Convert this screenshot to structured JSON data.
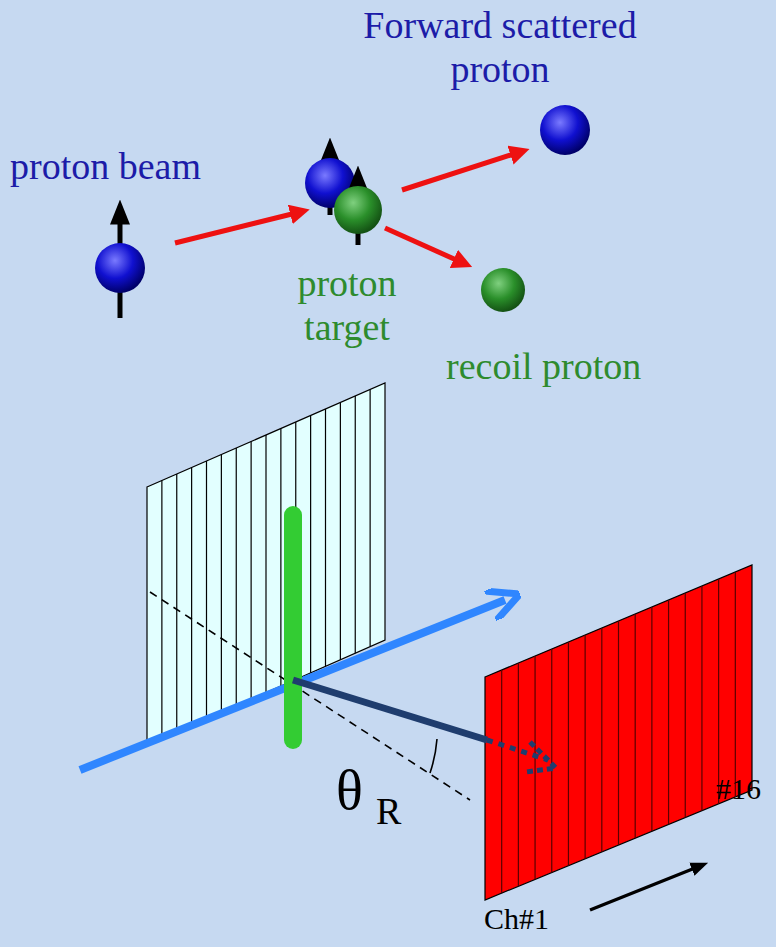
{
  "diagram": {
    "labels": [
      "Forward scattered proton",
      "proton beam",
      "proton target",
      "recoil proton",
      "θ",
      "R",
      "#16",
      "Ch#1"
    ]
  }
}
